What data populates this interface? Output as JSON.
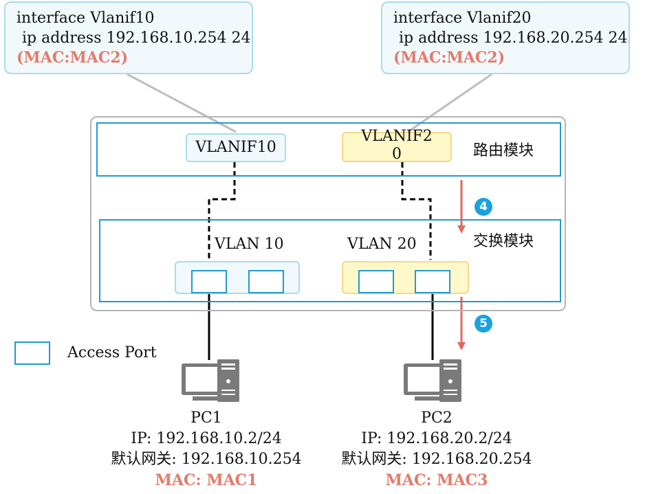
{
  "callouts": {
    "vlanif10": {
      "line1": "interface Vlanif10",
      "line2": "ip address 192.168.10.254 24",
      "mac": "(MAC:MAC2)"
    },
    "vlanif20": {
      "line1": "interface Vlanif20",
      "line2": "ip address 192.168.20.254 24",
      "mac": "(MAC:MAC2)"
    }
  },
  "modules": {
    "routing": "路由模块",
    "switching": "交换模块"
  },
  "vlanifs": {
    "if10": "VLANIF10",
    "if20_line1": "VLANIF2",
    "if20_line2": "0"
  },
  "vlans": {
    "v10": "VLAN 10",
    "v20": "VLAN 20"
  },
  "steps": {
    "s4": "4",
    "s5": "5"
  },
  "legend": {
    "access_port": "Access Port"
  },
  "pcs": {
    "pc1": {
      "name": "PC1",
      "ip": "IP: 192.168.10.2/24",
      "gateway": "默认网关: 192.168.10.254",
      "mac": "MAC: MAC1"
    },
    "pc2": {
      "name": "PC2",
      "ip": "IP: 192.168.20.2/24",
      "gateway": "默认网关: 192.168.20.254",
      "mac": "MAC: MAC3"
    }
  },
  "colors": {
    "border_blue": "#1e9ad0",
    "light_blue": "#a8dcec",
    "highlight_yellow": "#fff8c8",
    "arrow_red": "#e06a5c",
    "mac_red": "#e57a6a",
    "step_blue": "#1aa1e0"
  }
}
